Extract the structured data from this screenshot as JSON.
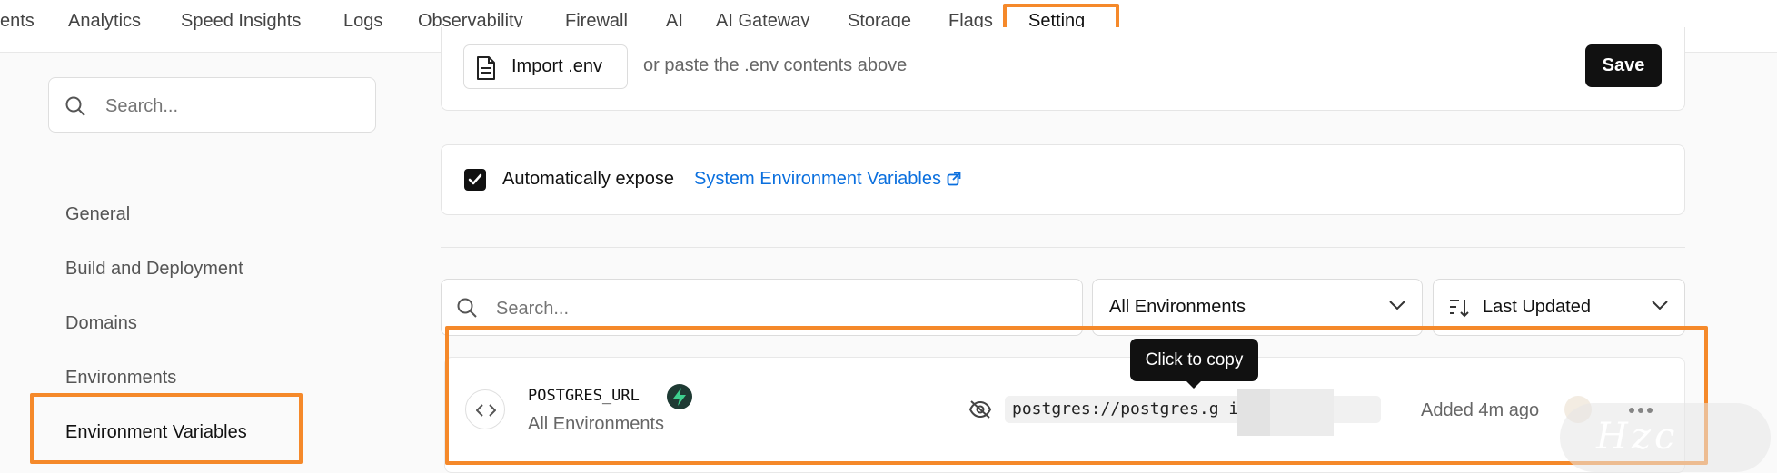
{
  "nav": {
    "tabs": [
      {
        "label": "ents"
      },
      {
        "label": "Analytics"
      },
      {
        "label": "Speed Insights"
      },
      {
        "label": "Logs"
      },
      {
        "label": "Observability"
      },
      {
        "label": "Firewall"
      },
      {
        "label": "AI"
      },
      {
        "label": "AI Gateway"
      },
      {
        "label": "Storage"
      },
      {
        "label": "Flags"
      },
      {
        "label": "Setting"
      }
    ],
    "active": "Setting"
  },
  "sidebar": {
    "search_placeholder": "Search...",
    "items": [
      {
        "label": "General"
      },
      {
        "label": "Build and Deployment"
      },
      {
        "label": "Domains"
      },
      {
        "label": "Environments"
      },
      {
        "label": "Environment Variables"
      }
    ],
    "active": "Environment Variables"
  },
  "import": {
    "button_label": "Import .env",
    "hint": "or paste the .env contents above",
    "save_label": "Save"
  },
  "expose": {
    "checked": true,
    "text": "Automatically expose",
    "link": "System Environment Variables"
  },
  "filters": {
    "search_placeholder": "Search...",
    "environment": "All Environments",
    "sort": "Last Updated"
  },
  "env_var": {
    "key": "POSTGRES_URL",
    "scope": "All Environments",
    "value": "postgres://postgres.g         ilp...",
    "added": "Added 4m ago",
    "tooltip": "Click to copy"
  },
  "watermark": "Hzc",
  "colors": {
    "highlight": "#f5892a",
    "link": "#0a6fde",
    "primary_button": "#111111"
  }
}
